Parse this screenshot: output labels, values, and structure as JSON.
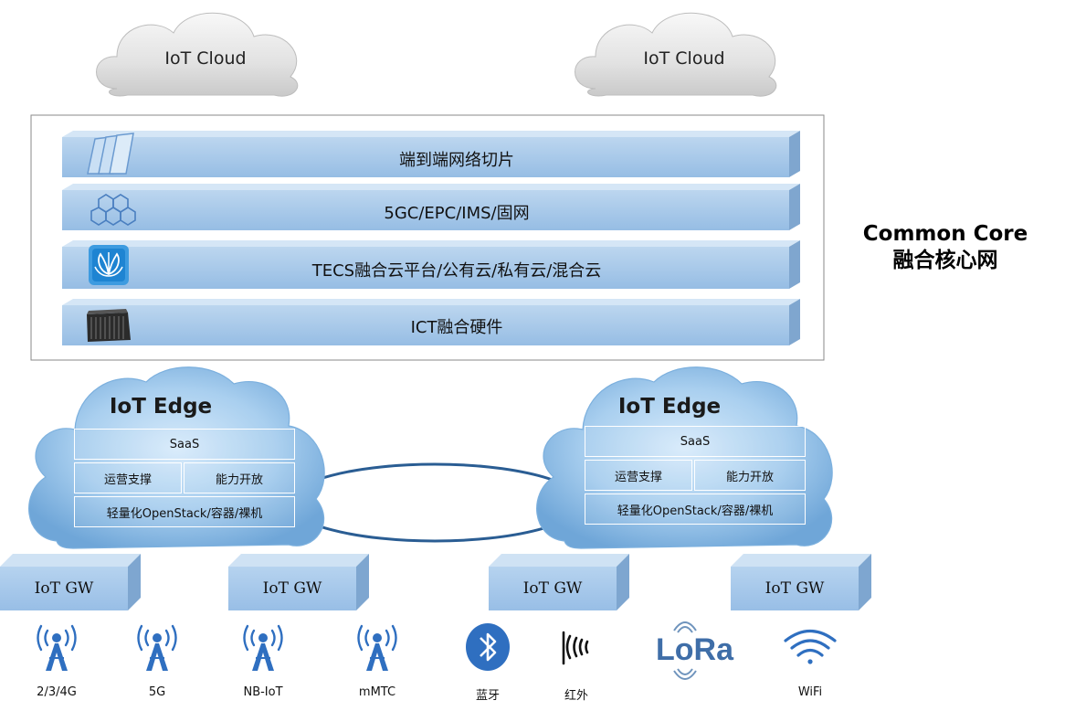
{
  "clouds": [
    {
      "label": "IoT Cloud"
    },
    {
      "label": "IoT Cloud"
    }
  ],
  "core": {
    "title_en": "Common Core",
    "title_cn": "融合核心网",
    "layers": [
      {
        "label": "端到端网络切片",
        "icon": "stacked-cards-icon"
      },
      {
        "label": "5GC/EPC/IMS/固网",
        "icon": "hexagon-cluster-icon"
      },
      {
        "label": "TECS融合云平台/公有云/私有云/混合云",
        "icon": "lotus-app-icon"
      },
      {
        "label": "ICT融合硬件",
        "icon": "server-rack-icon"
      }
    ]
  },
  "edges": [
    {
      "title": "IoT Edge",
      "saas": "SaaS",
      "ops": "运营支撑",
      "capability": "能力开放",
      "infra": "轻量化OpenStack/容器/裸机"
    },
    {
      "title": "IoT Edge",
      "saas": "SaaS",
      "ops": "运营支撑",
      "capability": "能力开放",
      "infra": "轻量化OpenStack/容器/裸机"
    }
  ],
  "gateways": [
    {
      "label": "IoT  GW"
    },
    {
      "label": "IoT  GW"
    },
    {
      "label": "IoT  GW"
    },
    {
      "label": "IoT  GW"
    }
  ],
  "devices": [
    {
      "label": "2/3/4G",
      "icon": "cell-tower-icon"
    },
    {
      "label": "5G",
      "icon": "cell-tower-icon"
    },
    {
      "label": "NB-IoT",
      "icon": "cell-tower-icon"
    },
    {
      "label": "mMTC",
      "icon": "cell-tower-icon"
    },
    {
      "label": "蓝牙",
      "icon": "bluetooth-icon"
    },
    {
      "label": "红外",
      "icon": "infrared-icon"
    },
    {
      "label": "",
      "icon": "lora-logo-icon",
      "logo_text": "LoRa"
    },
    {
      "label": "WiFi",
      "icon": "wifi-icon"
    }
  ],
  "colors": {
    "layer_fill": "#a9c8e8",
    "gw_fill": "#a7c8ea",
    "cloud_grey": "#dcdcdc",
    "edge_cloud": "#9cc5ec",
    "ring": "#2a5d93",
    "device_blue": "#2f6fc0"
  }
}
